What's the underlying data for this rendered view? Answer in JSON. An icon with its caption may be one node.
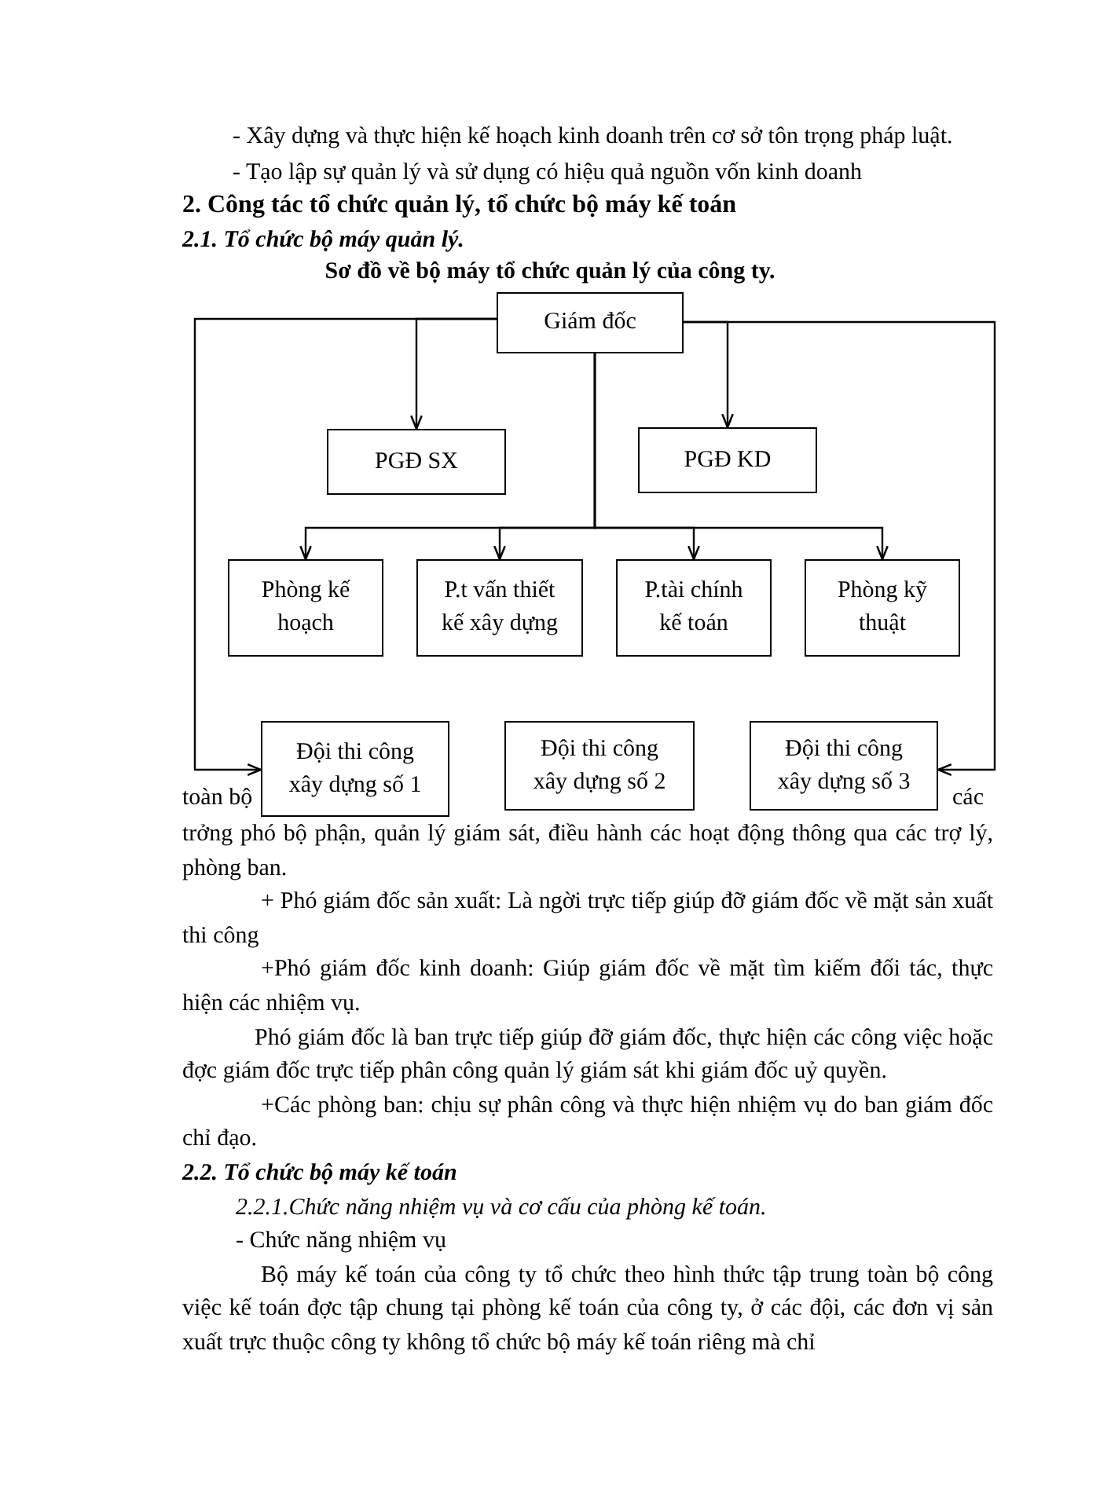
{
  "diagram": {
    "title": "Sơ đồ về bộ máy tổ chức quản lý của công ty.",
    "nodes": [
      {
        "text": [
          "Giám đốc"
        ]
      },
      {
        "text": [
          "PGĐ SX"
        ]
      },
      {
        "text": [
          "PGĐ KD"
        ]
      },
      {
        "text": [
          "Phòng kế hoạch"
        ]
      },
      {
        "text": [
          "P.t vấn thiết kế xây dựng"
        ]
      },
      {
        "text": [
          "P.tài chính kế toán"
        ]
      },
      {
        "text": [
          "Phòng kỹ thuật"
        ]
      },
      {
        "text": [
          "Đội thi công xây dựng số 1"
        ]
      },
      {
        "text": [
          "Đội thi công xây dựng số 2"
        ]
      },
      {
        "text": [
          "Đội thi công xây dựng số 3"
        ]
      }
    ],
    "edges": [
      {
        "from": 0,
        "to": 1,
        "arrow": "to"
      },
      {
        "from": 0,
        "to": 2,
        "arrow": "to"
      },
      {
        "from": 0,
        "to": 3,
        "arrow": "to"
      },
      {
        "from": 0,
        "to": 4,
        "arrow": "to"
      },
      {
        "from": 0,
        "to": 5,
        "arrow": "to"
      },
      {
        "from": 0,
        "to": 6,
        "arrow": "to"
      },
      {
        "from": 0,
        "to": 7,
        "arrow": "to"
      },
      {
        "from": 0,
        "to": 9,
        "arrow": "to"
      }
    ],
    "labels": [
      "- Xây dựng và thực hiện kế hoạch kinh doanh trên cơ sở tôn trọng pháp luật.",
      "- Tạo lập sự quản lý và sử dụng có hiệu quả nguồn vốn kinh doanh",
      "2. Công tác tổ chức quản lý, tổ chức bộ máy kế toán",
      "2.1. Tổ chức bộ máy quản lý.",
      "toàn bộ",
      "các",
      "trởng phó bộ phận, quản lý giám sát, điều hành các hoạt động thông qua các trợ lý, phòng ban.",
      "+ Phó giám đốc sản xuất: Là ngời trực tiếp giúp đỡ giám đốc về mặt sản xuất thi công",
      "+Phó giám đốc kinh doanh: Giúp giám đốc về mặt tìm kiếm đối tác, thực hiện các nhiệm vụ.",
      "Phó giám đốc là ban trực tiếp giúp đỡ giám đốc, thực hiện các công việc hoặc đợc giám đốc trực tiếp phân công quản lý giám sát khi giám đốc uỷ quyền.",
      "+Các phòng ban: chịu sự phân công và thực hiện nhiệm vụ do ban giám đốc chỉ đạo.",
      "2.2. Tổ chức bộ máy kế toán",
      "2.2.1.Chức năng nhiệm vụ và cơ cấu của phòng kế toán.",
      "- Chức năng nhiệm vụ",
      "Bộ máy kế toán của công ty tổ chức theo hình thức tập trung toàn bộ công việc kế toán đợc tập chung tại phòng kế toán của công ty, ở các đội, các đơn vị sản xuất trực thuộc công ty không tổ chức bộ máy kế toán riêng mà chỉ"
    ]
  }
}
